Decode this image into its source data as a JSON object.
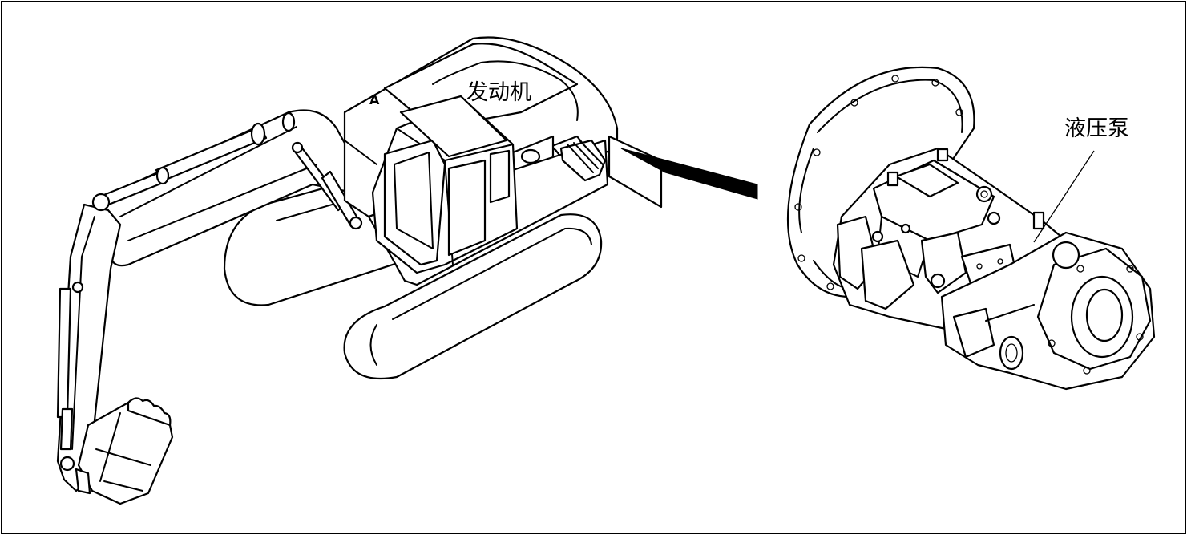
{
  "labels": {
    "engine": "发动机",
    "hydraulic_pump": "液压泵",
    "marker": "A"
  },
  "colors": {
    "line": "#000000",
    "background": "#ffffff"
  }
}
